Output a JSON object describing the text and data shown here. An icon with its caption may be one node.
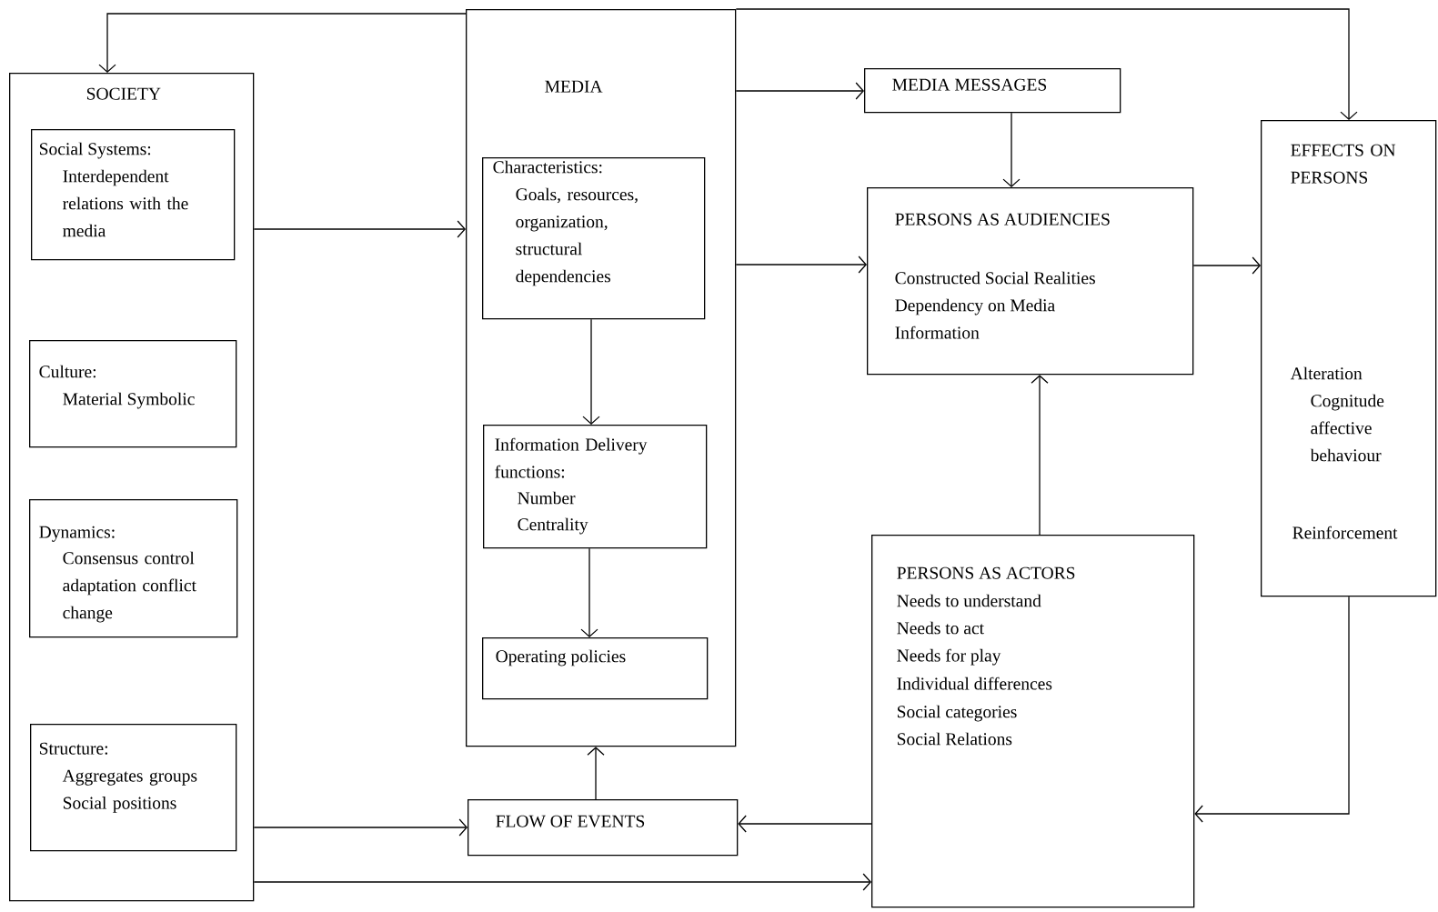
{
  "diagram": {
    "nodes": [
      {
        "text": [
          "SOCIETY"
        ]
      },
      {
        "text": [
          "Social Systems:",
          "Interdependent relations with the media"
        ],
        "in": 0
      },
      {
        "text": [
          "Culture:",
          "Material Symbolic"
        ],
        "in": 0
      },
      {
        "text": [
          "Dynamics:",
          "Consensus control adaptation conflict change"
        ],
        "in": 0
      },
      {
        "text": [
          "Structure:",
          "Aggregates groups Social positions"
        ],
        "in": 0
      },
      {
        "text": [
          "MEDIA"
        ]
      },
      {
        "text": [
          "Characteristics:",
          "Goals, resources, organization, structural dependencies"
        ],
        "in": 5
      },
      {
        "text": [
          "Information Delivery functions:",
          "Number",
          "Centrality"
        ],
        "in": 5
      },
      {
        "text": [
          "Operating policies"
        ],
        "in": 5
      },
      {
        "text": [
          "MEDIA MESSAGES"
        ]
      },
      {
        "text": [
          "PERSONS AS AUDIENCIES",
          "Constructed Social Realities",
          "Dependency on Media",
          "Information"
        ]
      },
      {
        "text": [
          "PERSONS AS ACTORS",
          "Needs to understand",
          "Needs to act",
          "Needs for play",
          "Individual differences",
          "Social categories",
          "Social Relations"
        ]
      },
      {
        "text": [
          "EFFECTS ON PERSONS",
          "Alteration",
          "Cognitude affective behaviour",
          "Reinforcement"
        ]
      },
      {
        "text": [
          "FLOW OF EVENTS"
        ]
      }
    ],
    "edges": [
      {
        "from": 0,
        "to": 5,
        "arrow": "to"
      },
      {
        "from": 0,
        "to": 13,
        "arrow": "to"
      },
      {
        "from": 0,
        "to": 11,
        "arrow": "to"
      },
      {
        "from": 5,
        "to": 9,
        "arrow": "to"
      },
      {
        "from": 5,
        "to": 10,
        "arrow": "to"
      },
      {
        "from": 9,
        "to": 10,
        "arrow": "to"
      },
      {
        "from": 6,
        "to": 7,
        "arrow": "to"
      },
      {
        "from": 7,
        "to": 8,
        "arrow": "to"
      },
      {
        "from": 13,
        "to": 5,
        "arrow": "to"
      },
      {
        "from": 11,
        "to": 13,
        "arrow": "to"
      },
      {
        "from": 11,
        "to": 10,
        "arrow": "to"
      },
      {
        "from": 10,
        "to": 12,
        "arrow": "to"
      },
      {
        "from": 12,
        "to": 11,
        "arrow": "to"
      },
      {
        "from": 5,
        "to": 0,
        "arrow": "to"
      },
      {
        "from": 5,
        "to": 12,
        "arrow": "to"
      }
    ]
  }
}
